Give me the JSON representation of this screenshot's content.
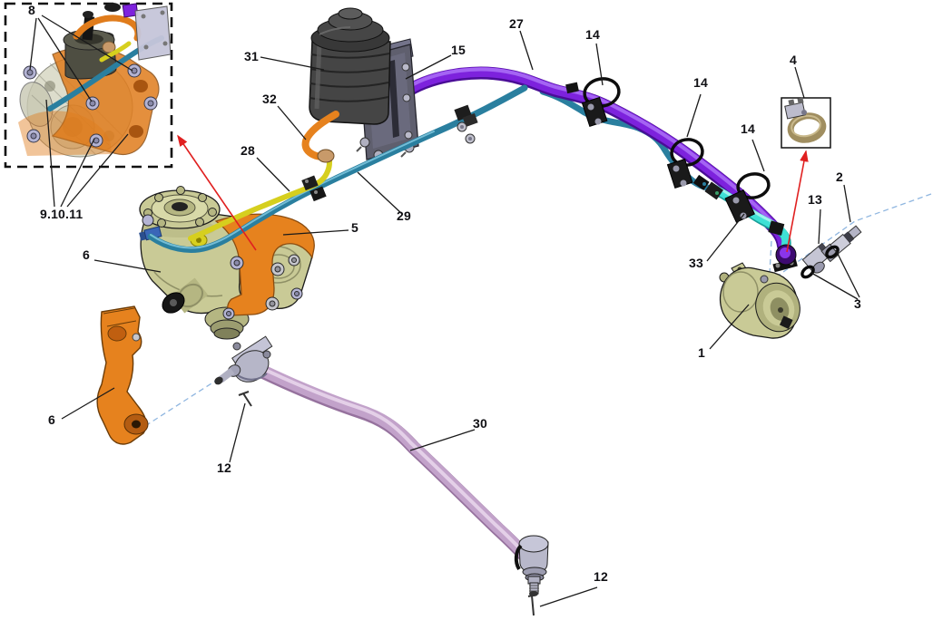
{
  "figure": {
    "type": "exploded-parts-diagram",
    "background": "#ffffff"
  },
  "callouts": [
    {
      "text": "8"
    },
    {
      "text": "9.10.11"
    },
    {
      "text": "31"
    },
    {
      "text": "15"
    },
    {
      "text": "32"
    },
    {
      "text": "28"
    },
    {
      "text": "29"
    },
    {
      "text": "27"
    },
    {
      "text": "14"
    },
    {
      "text": "14"
    },
    {
      "text": "14"
    },
    {
      "text": "4"
    },
    {
      "text": "2"
    },
    {
      "text": "13"
    },
    {
      "text": "33"
    },
    {
      "text": "3"
    },
    {
      "text": "1"
    },
    {
      "text": "5"
    },
    {
      "text": "6"
    },
    {
      "text": "6"
    },
    {
      "text": "12"
    },
    {
      "text": "30"
    },
    {
      "text": "12"
    }
  ],
  "colors": {
    "hose_purple": "#7d22dd",
    "hose_teal": "#2a7f9f",
    "hose_cyan": "#3fe0d5",
    "hose_yellow": "#d6cf1e",
    "part_orange": "#e6821e",
    "part_khaki": "#c9ca96",
    "reservoir_gray": "#454545",
    "bracket_gray": "#5f5f6e",
    "draglink_lavender": "#c2a2ca",
    "hardware_silver": "#b8b8cc",
    "arrow_red": "#e02020",
    "centerline_blue": "#8fb6e0",
    "callout_text": "#101014"
  }
}
